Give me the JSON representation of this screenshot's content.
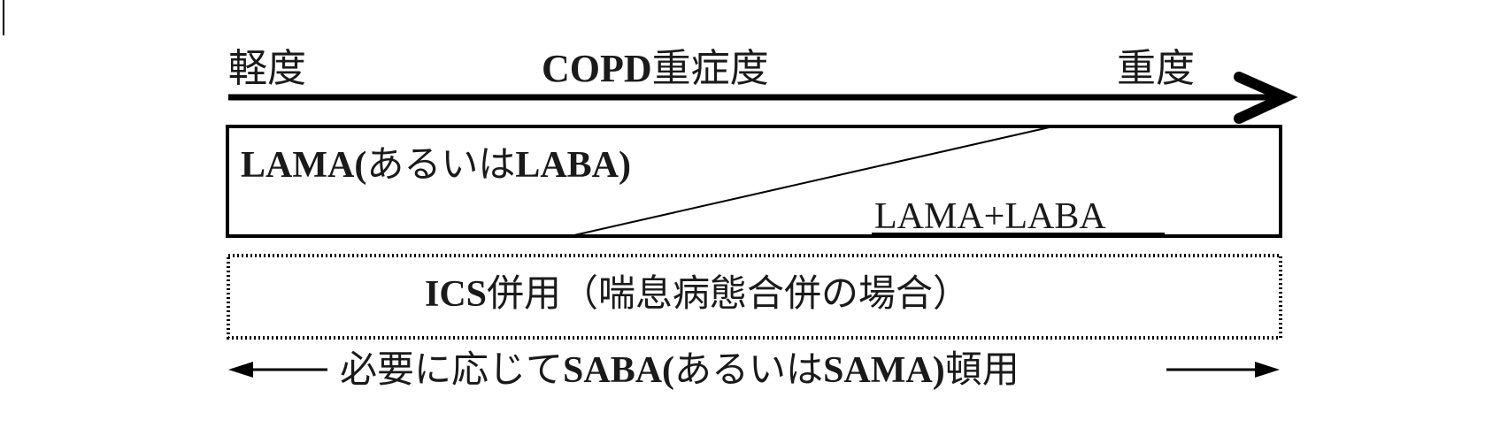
{
  "severity": {
    "mild": "軽度",
    "title_latin": "COPD",
    "title_jp": "重症度",
    "severe": "重度"
  },
  "therapy_box": {
    "upper_label": {
      "p1": "LAMA(",
      "p2": "あるいは",
      "p3": "LABA)"
    },
    "lower_label": "LAMA+LABA"
  },
  "ics_box": {
    "p1": "ICS",
    "p2": "併用（喘息病態合併の場合）"
  },
  "rescue_line": {
    "p1": "必要に応じて",
    "p2": "SABA(",
    "p3": "あるいは",
    "p4": "SAMA)",
    "p5": "頓用"
  },
  "colors": {
    "line": "#000000",
    "text": "#1a1a1a"
  }
}
